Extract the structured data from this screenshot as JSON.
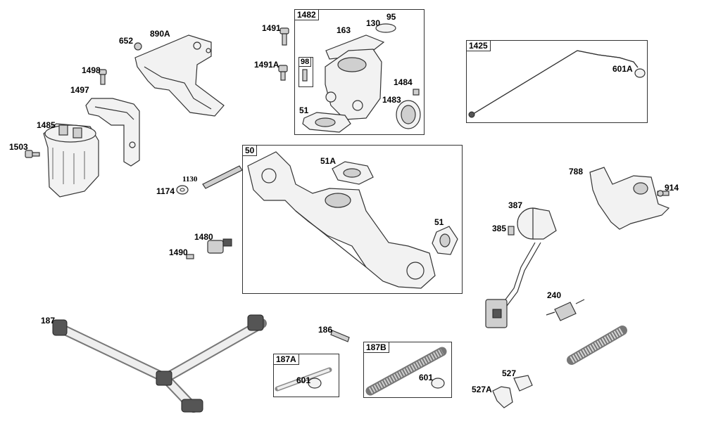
{
  "labels": {
    "l652": "652",
    "l890A": "890A",
    "l1498": "1498",
    "l1497": "1497",
    "l1485": "1485",
    "l1503": "1503",
    "l1491": "1491",
    "l1491A": "1491A",
    "l1130": "1130",
    "l1174": "1174",
    "l1480": "1480",
    "l1490": "1490",
    "l187": "187",
    "l186": "186",
    "l1482_163": "163",
    "l1482_130": "130",
    "l1482_95": "95",
    "l1482_1484": "1484",
    "l1482_1483": "1483",
    "l1482_51": "51",
    "l50_51A": "51A",
    "l50_51": "51",
    "l601A": "601A",
    "l788": "788",
    "l914": "914",
    "l387": "387",
    "l385": "385",
    "l240": "240",
    "l527": "527",
    "l527A": "527A",
    "l187A_601": "601",
    "l187B_601": "601"
  },
  "boxes": {
    "b1482": "1482",
    "b98": "98",
    "b1425": "1425",
    "b50": "50",
    "b187A": "187A",
    "b187B": "187B"
  }
}
